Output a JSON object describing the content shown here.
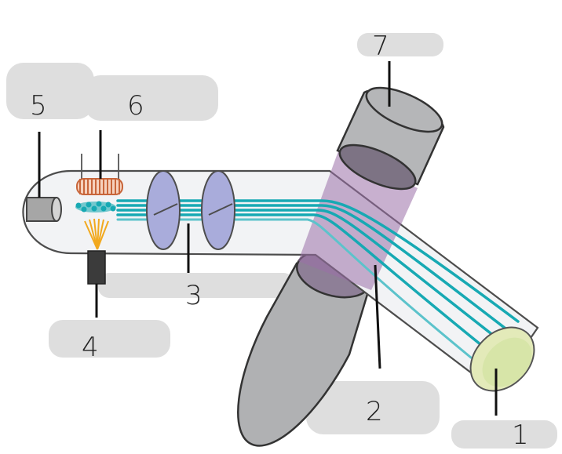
{
  "labels": {
    "l1": "1",
    "l2": "2",
    "l3": "3",
    "l4": "4",
    "l5": "5",
    "l6": "6",
    "l7": "7"
  },
  "colors": {
    "tube_fill": "#f2f3f5",
    "tube_stroke": "#555555",
    "beam": "#17a9b3",
    "plate": "#a9acdb",
    "magnet": "#b5b6b8",
    "field": "#9b6fa8",
    "coil": "#c8663b",
    "filament_glow": "#f2a91e",
    "screen": "#e3eab9",
    "label_blob": "#dedede"
  }
}
